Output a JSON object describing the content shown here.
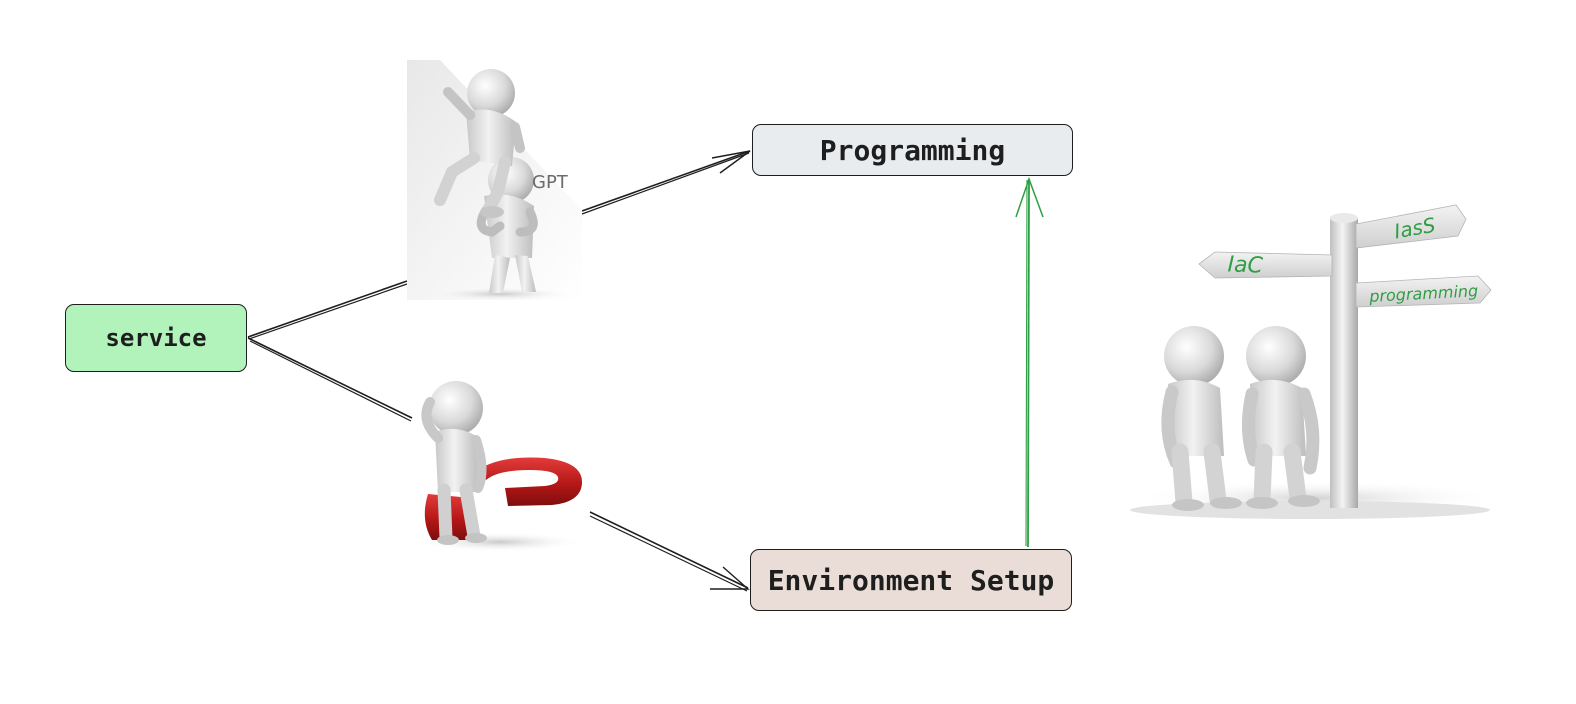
{
  "diagram": {
    "nodes": {
      "service": {
        "label": "service",
        "fill": "#b2f2bb"
      },
      "programming": {
        "label": "Programming",
        "fill": "#e9ecef"
      },
      "environment_setup": {
        "label": "Environment Setup",
        "fill": "#eaddd7"
      }
    },
    "illustrations": {
      "climbing_figures": {
        "caption": "GPT"
      },
      "thinking_figure": {
        "caption": ""
      },
      "signpost": {
        "signs": [
          "IaC",
          "IasS",
          "programming"
        ],
        "sign_text_color": "#2f9e44"
      }
    },
    "edges": [
      {
        "from": "service",
        "to": "programming",
        "via": "climbing_figures",
        "color": "#1e1e1e"
      },
      {
        "from": "service",
        "to": "environment_setup",
        "via": "thinking_figure",
        "color": "#1e1e1e"
      },
      {
        "from": "environment_setup",
        "to": "programming",
        "color": "#2f9e44"
      }
    ]
  }
}
